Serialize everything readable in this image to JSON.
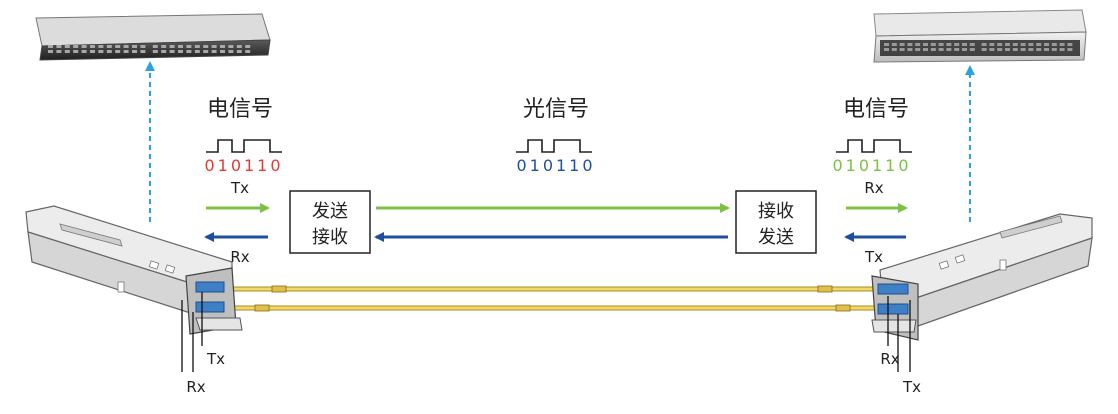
{
  "labels": {
    "electric_left": "电信号",
    "optical": "光信号",
    "electric_right": "电信号",
    "bits": "010110",
    "box_left_line1": "发送",
    "box_left_line2": "接收",
    "box_right_line1": "接收",
    "box_right_line2": "发送",
    "tx": "Tx",
    "rx": "Rx"
  },
  "colors": {
    "bits_left": "#e53935",
    "bits_center": "#1f4fa0",
    "bits_right": "#7cc142",
    "tx_arrow": "#7cc142",
    "rx_arrow": "#1f4fa0",
    "dashed_arrow": "#29a3e0",
    "fiber": "#e8c84a"
  },
  "icons": {
    "left_device": "network-switch-icon",
    "right_device": "network-switch-icon",
    "left_module": "sfp-transceiver-icon",
    "right_module": "sfp-transceiver-icon"
  }
}
